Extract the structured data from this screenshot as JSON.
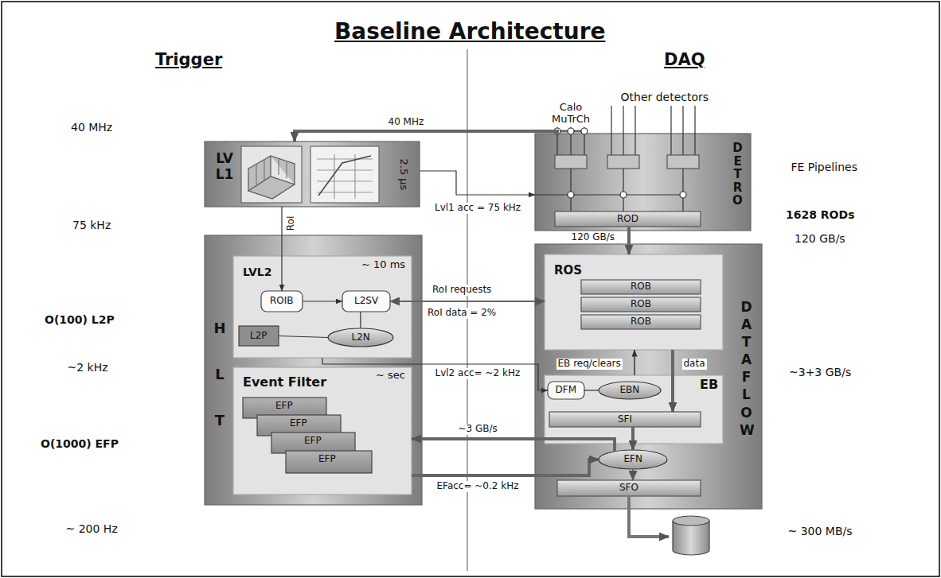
{
  "diagram": {
    "title": "Baseline Architecture",
    "nodes": [
      {
        "text": [
          "LV L1",
          "2.5 μs"
        ]
      },
      {
        "text": [
          "DET RO"
        ]
      },
      {
        "text": [
          "ROD"
        ],
        "in": 1
      },
      {
        "text": [
          "HLT"
        ]
      },
      {
        "text": [
          "LVL2",
          "~ 10 ms"
        ],
        "in": 3
      },
      {
        "text": [
          "ROIB"
        ],
        "in": 4
      },
      {
        "text": [
          "L2SV"
        ],
        "in": 4
      },
      {
        "text": [
          "L2P"
        ],
        "in": 4
      },
      {
        "text": [
          "L2N"
        ],
        "in": 4
      },
      {
        "text": [
          "Event Filter",
          "~ sec"
        ],
        "in": 3
      },
      {
        "text": [
          "EFP"
        ],
        "in": 9
      },
      {
        "text": [
          "EFP"
        ],
        "in": 9
      },
      {
        "text": [
          "EFP"
        ],
        "in": 9
      },
      {
        "text": [
          "EFP"
        ],
        "in": 9
      },
      {
        "text": [
          "DATAFLOW"
        ]
      },
      {
        "text": [
          "ROS"
        ],
        "in": 14
      },
      {
        "text": [
          "ROB"
        ],
        "in": 15
      },
      {
        "text": [
          "ROB"
        ],
        "in": 15
      },
      {
        "text": [
          "ROB"
        ],
        "in": 15
      },
      {
        "text": [
          "EB"
        ],
        "in": 14
      },
      {
        "text": [
          "DFM"
        ],
        "in": 19
      },
      {
        "text": [
          "EBN"
        ],
        "in": 19
      },
      {
        "text": [
          "SFI"
        ],
        "in": 19
      },
      {
        "text": [
          "EFN"
        ],
        "in": 14
      },
      {
        "text": [
          "SFO"
        ],
        "in": 14
      }
    ],
    "edges": [
      {
        "from": 1,
        "to": 0,
        "arrow": "to",
        "label": "40 MHz"
      },
      {
        "from": 0,
        "to": 1,
        "arrow": "to",
        "label": "Lvl1 acc = 75 kHz"
      },
      {
        "from": 0,
        "to": 5,
        "arrow": "to",
        "label": "RoI"
      },
      {
        "from": 2,
        "to": 15,
        "arrow": "to",
        "label": "120 GB/s"
      },
      {
        "from": 5,
        "to": 6,
        "arrow": "to"
      },
      {
        "from": 6,
        "to": 8,
        "arrow": "none"
      },
      {
        "from": 7,
        "to": 8,
        "arrow": "none"
      },
      {
        "from": 6,
        "to": 15,
        "arrow": "both",
        "label": "RoI requests"
      },
      {
        "from": 4,
        "to": 20,
        "arrow": "to",
        "label": "Lvl2 acc= ~2 kHz"
      },
      {
        "from": 20,
        "to": 21,
        "arrow": "none"
      },
      {
        "from": 19,
        "to": 15,
        "arrow": "to",
        "label": "EB req/clears"
      },
      {
        "from": 15,
        "to": 22,
        "arrow": "to",
        "label": "data"
      },
      {
        "from": 22,
        "to": 23,
        "arrow": "to"
      },
      {
        "from": 23,
        "to": 9,
        "arrow": "to",
        "label": "~3 GB/s"
      },
      {
        "from": 9,
        "to": 23,
        "arrow": "to",
        "label": "EFacc= ~0.2 kHz"
      },
      {
        "from": 23,
        "to": 24,
        "arrow": "to"
      }
    ],
    "labels": [
      "Trigger",
      "DAQ",
      "40 MHz",
      "75 kHz",
      "O(100) L2P",
      "~2 kHz",
      "O(1000) EFP",
      "~ 200 Hz",
      "Calo MuTrCh",
      "Other detectors",
      "FE Pipelines",
      "1628 RODs",
      "120 GB/s",
      "~3+3 GB/s",
      "~ 300 MB/s",
      "RoI data = 2%"
    ]
  }
}
